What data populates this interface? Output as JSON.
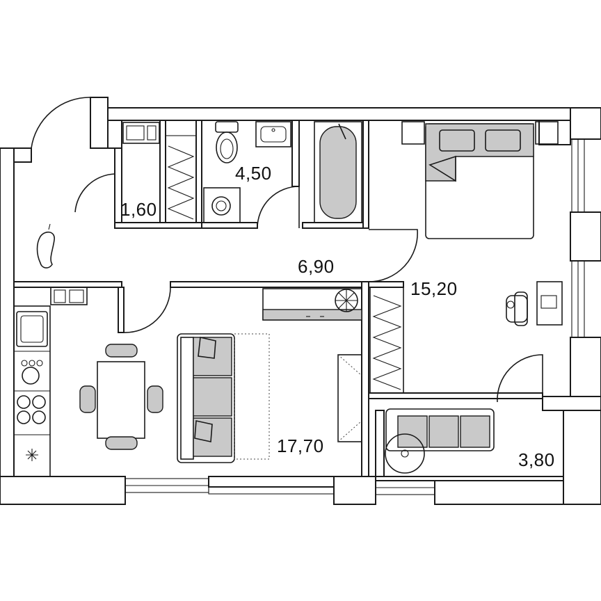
{
  "rooms": [
    {
      "id": "storage",
      "area": "1,60"
    },
    {
      "id": "bathroom",
      "area": "4,50"
    },
    {
      "id": "hallway",
      "area": "6,90"
    },
    {
      "id": "bedroom",
      "area": "15,20"
    },
    {
      "id": "living-kitchen",
      "area": "17,70"
    },
    {
      "id": "balcony",
      "area": "3,80"
    }
  ],
  "colors": {
    "wall": "#1a1a1a",
    "background": "#ffffff",
    "furniture_fill": "#c9c9c9"
  }
}
